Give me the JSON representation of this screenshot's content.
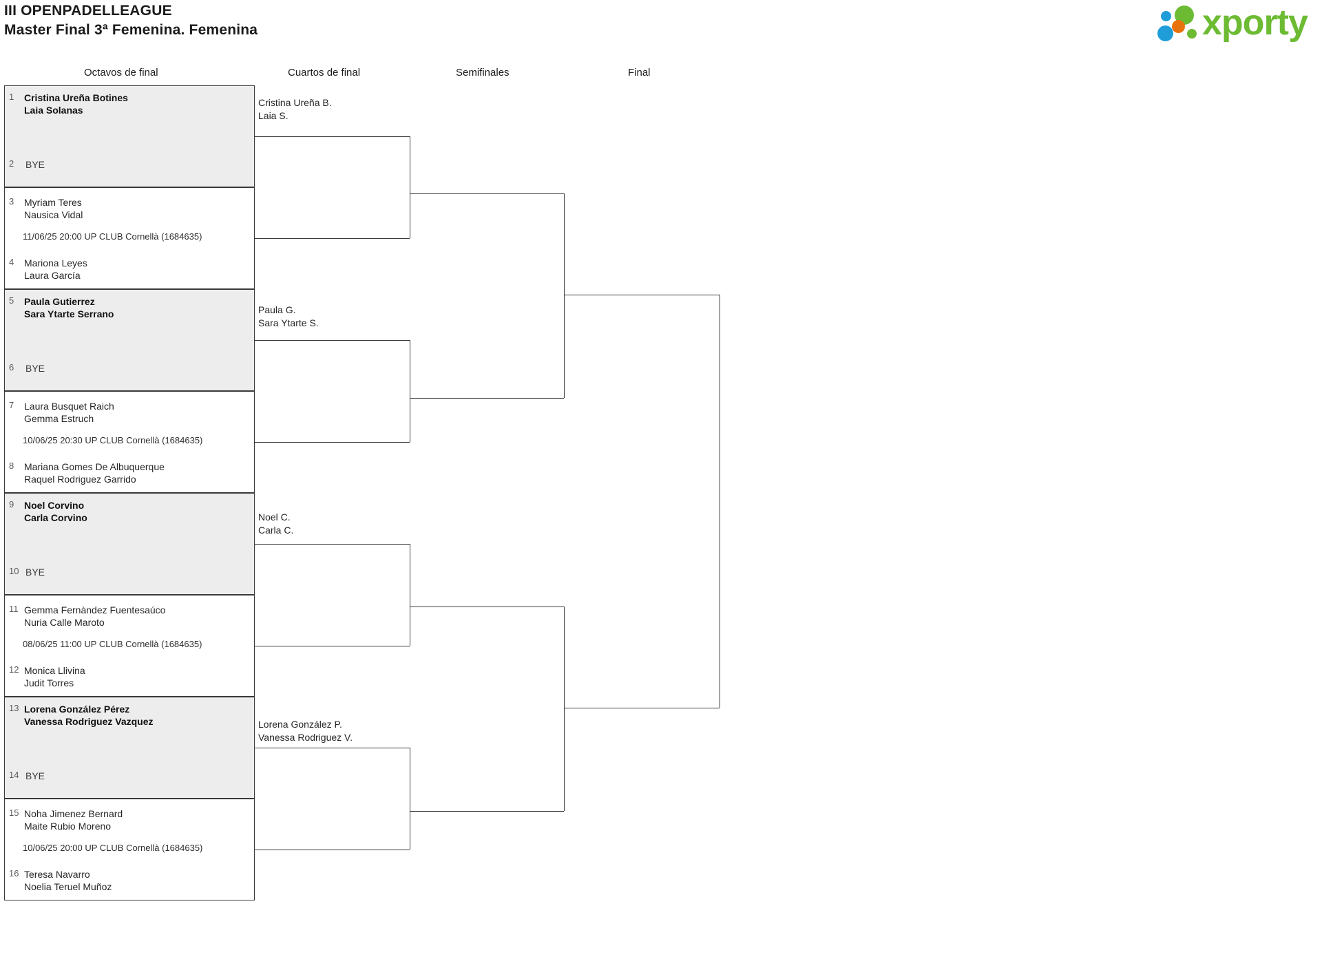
{
  "header": {
    "tournament_name": "III OPENPADELLEAGUE",
    "subtitle": "Master Final 3ª Femenina. Femenina",
    "logo_text": "xporty"
  },
  "rounds": [
    {
      "label": "Octavos de final"
    },
    {
      "label": "Cuartos de final"
    },
    {
      "label": "Semifinales"
    },
    {
      "label": "Final"
    }
  ],
  "bye_label": "BYE",
  "round1": [
    {
      "top": {
        "seed": "1",
        "p1": "Cristina Ureña Botines",
        "p2": "Laia Solanas",
        "winner": true,
        "bye": false
      },
      "bottom": {
        "seed": "2",
        "p1": "BYE",
        "p2": "",
        "winner": false,
        "bye": true
      },
      "info": "",
      "shaded": true
    },
    {
      "top": {
        "seed": "3",
        "p1": "Myriam Teres",
        "p2": "Nausica Vidal",
        "winner": false,
        "bye": false
      },
      "bottom": {
        "seed": "4",
        "p1": "Mariona Leyes",
        "p2": "Laura García",
        "winner": false,
        "bye": false
      },
      "info": "11/06/25 20:00 UP CLUB Cornellà (1684635)",
      "shaded": false
    },
    {
      "top": {
        "seed": "5",
        "p1": "Paula Gutierrez",
        "p2": "Sara Ytarte Serrano",
        "winner": true,
        "bye": false
      },
      "bottom": {
        "seed": "6",
        "p1": "BYE",
        "p2": "",
        "winner": false,
        "bye": true
      },
      "info": "",
      "shaded": true
    },
    {
      "top": {
        "seed": "7",
        "p1": "Laura Busquet Raich",
        "p2": "Gemma Estruch",
        "winner": false,
        "bye": false
      },
      "bottom": {
        "seed": "8",
        "p1": "Mariana Gomes De Albuquerque",
        "p2": "Raquel Rodriguez Garrido",
        "winner": false,
        "bye": false
      },
      "info": "10/06/25 20:30 UP CLUB Cornellà (1684635)",
      "shaded": false
    },
    {
      "top": {
        "seed": "9",
        "p1": "Noel Corvino",
        "p2": "Carla Corvino",
        "winner": true,
        "bye": false
      },
      "bottom": {
        "seed": "10",
        "p1": "BYE",
        "p2": "",
        "winner": false,
        "bye": true
      },
      "info": "",
      "shaded": true
    },
    {
      "top": {
        "seed": "11",
        "p1": "Gemma Fernàndez Fuentesaúco",
        "p2": "Nuria Calle Maroto",
        "winner": false,
        "bye": false
      },
      "bottom": {
        "seed": "12",
        "p1": "Monica Llivina",
        "p2": "Judit Torres",
        "winner": false,
        "bye": false
      },
      "info": "08/06/25 11:00 UP CLUB Cornellà (1684635)",
      "shaded": false
    },
    {
      "top": {
        "seed": "13",
        "p1": "Lorena González Pérez",
        "p2": "Vanessa Rodriguez Vazquez",
        "winner": true,
        "bye": false
      },
      "bottom": {
        "seed": "14",
        "p1": "BYE",
        "p2": "",
        "winner": false,
        "bye": true
      },
      "info": "",
      "shaded": true
    },
    {
      "top": {
        "seed": "15",
        "p1": "Noha Jimenez Bernard",
        "p2": "Maite Rubio Moreno",
        "winner": false,
        "bye": false
      },
      "bottom": {
        "seed": "16",
        "p1": "Teresa Navarro",
        "p2": "Noelia Teruel Muñoz",
        "winner": false,
        "bye": false
      },
      "info": "10/06/25 20:00 UP CLUB Cornellà (1684635)",
      "shaded": false
    }
  ],
  "round2": [
    {
      "p1": "Cristina Ureña B.",
      "p2": "Laia S."
    },
    {
      "p1": "Paula G.",
      "p2": "Sara Ytarte S."
    },
    {
      "p1": "Noel C.",
      "p2": "Carla C."
    },
    {
      "p1": "Lorena González P.",
      "p2": "Vanessa Rodriguez V."
    }
  ],
  "round3": [
    {
      "p1": "",
      "p2": ""
    },
    {
      "p1": "",
      "p2": ""
    }
  ],
  "round4": [
    {
      "p1": "",
      "p2": ""
    }
  ]
}
